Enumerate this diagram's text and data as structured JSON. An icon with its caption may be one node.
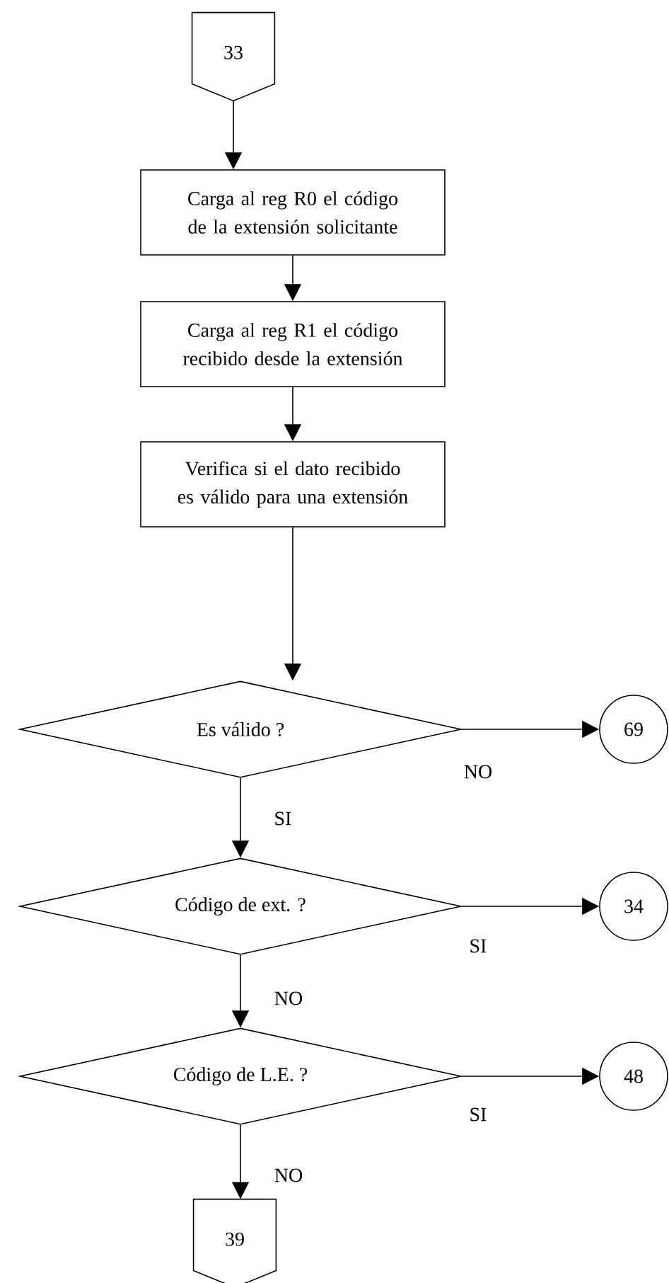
{
  "diagram": {
    "nodes": [
      {
        "text": [
          "33"
        ]
      },
      {
        "text": [
          "Carga al reg R0 el código de la extensión solicitante"
        ]
      },
      {
        "text": [
          "Carga al reg R1 el código recibido desde la extensión"
        ]
      },
      {
        "text": [
          "Verifica si el dato recibido es válido para una extensión"
        ]
      },
      {
        "text": [
          "Es válido ?"
        ]
      },
      {
        "text": [
          "69"
        ]
      },
      {
        "text": [
          "Código de ext. ?"
        ]
      },
      {
        "text": [
          "34"
        ]
      },
      {
        "text": [
          "Código de L.E. ?"
        ]
      },
      {
        "text": [
          "48"
        ]
      },
      {
        "text": [
          "39"
        ]
      }
    ],
    "edges": [
      {
        "from": 0,
        "to": 1,
        "arrow": "to"
      },
      {
        "from": 1,
        "to": 2,
        "arrow": "to"
      },
      {
        "from": 2,
        "to": 3,
        "arrow": "to"
      },
      {
        "from": 3,
        "to": 4,
        "arrow": "to"
      },
      {
        "from": 4,
        "to": 5,
        "arrow": "to",
        "label": "NO"
      },
      {
        "from": 4,
        "to": 6,
        "arrow": "to",
        "label": "SI"
      },
      {
        "from": 6,
        "to": 7,
        "arrow": "to",
        "label": "SI"
      },
      {
        "from": 6,
        "to": 8,
        "arrow": "to",
        "label": "NO"
      },
      {
        "from": 8,
        "to": 9,
        "arrow": "to",
        "label": "SI"
      },
      {
        "from": 8,
        "to": 10,
        "arrow": "to",
        "label": "NO"
      }
    ]
  }
}
